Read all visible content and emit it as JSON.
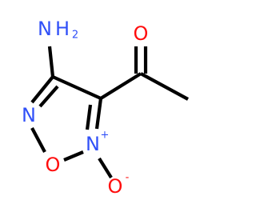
{
  "molecule": {
    "atoms": {
      "amine": {
        "element": "N",
        "hydrogens": "H",
        "hcount": "2",
        "color": "#3050f8"
      },
      "ring_n_left": {
        "element": "N",
        "color": "#3050f8"
      },
      "ring_o": {
        "element": "O",
        "color": "#ff0d0d"
      },
      "ring_n_oxide": {
        "element": "N",
        "charge": "+",
        "color": "#3050f8"
      },
      "oxide_o": {
        "element": "O",
        "charge": "-",
        "color": "#ff0d0d"
      },
      "carbonyl_o": {
        "element": "O",
        "color": "#ff0d0d"
      }
    }
  }
}
